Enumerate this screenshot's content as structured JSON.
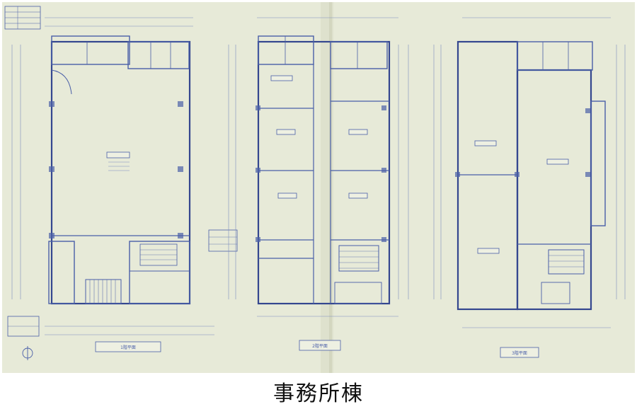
{
  "caption": "事務所棟",
  "colors": {
    "paper": "#e7ead8",
    "ink": "#4a5fa8",
    "caption_text": "#111111"
  },
  "plans": [
    {
      "id": "plan-1f",
      "title_label": "1階平面"
    },
    {
      "id": "plan-2f",
      "title_label": "2階平面"
    },
    {
      "id": "plan-3f",
      "title_label": "3階平面"
    }
  ]
}
